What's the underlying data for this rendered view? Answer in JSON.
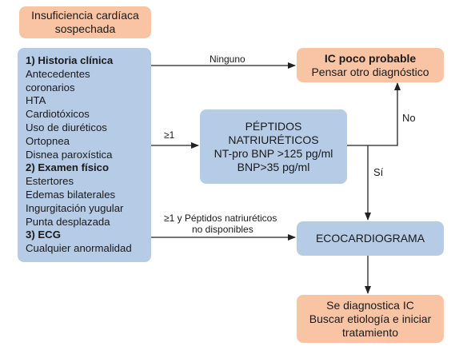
{
  "start": {
    "line1": "Insuficiencia cardíaca",
    "line2": "sospechada"
  },
  "history": {
    "h1": "1) Historia clínica",
    "items1": [
      "Antecedentes",
      "coronarios",
      "HTA",
      "Cardiotóxicos",
      "Uso de diuréticos",
      "Ortopnea",
      "Disnea paroxística"
    ],
    "h2": "2) Examen físico",
    "items2": [
      "Estertores",
      "Edemas bilaterales",
      "Ingurgitación yugular",
      "Punta desplazada"
    ],
    "h3": "3) ECG",
    "items3": [
      "Cualquier anormalidad"
    ]
  },
  "unlikely": {
    "title": "IC poco probable",
    "subtitle": "Pensar  otro diagnóstico"
  },
  "peptides": {
    "line1": "PÉPTIDOS",
    "line2": "NATRIURÉTICOS",
    "line3": "NT-pro BNP >125 pg/ml",
    "line4": "BNP>35 pg/ml"
  },
  "echo": {
    "label": "ECOCARDIOGRAMA"
  },
  "diagnosis": {
    "line1": "Se diagnostica  IC",
    "line2": "Buscar etiología e iniciar",
    "line3": "tratamiento"
  },
  "edges": {
    "none": "Ninguno",
    "ge1": "≥1",
    "ge1_unavail_1": "≥1  y Péptidos natriuréticos",
    "ge1_unavail_2": "no disponibles",
    "no": "No",
    "yes": "Sí"
  }
}
